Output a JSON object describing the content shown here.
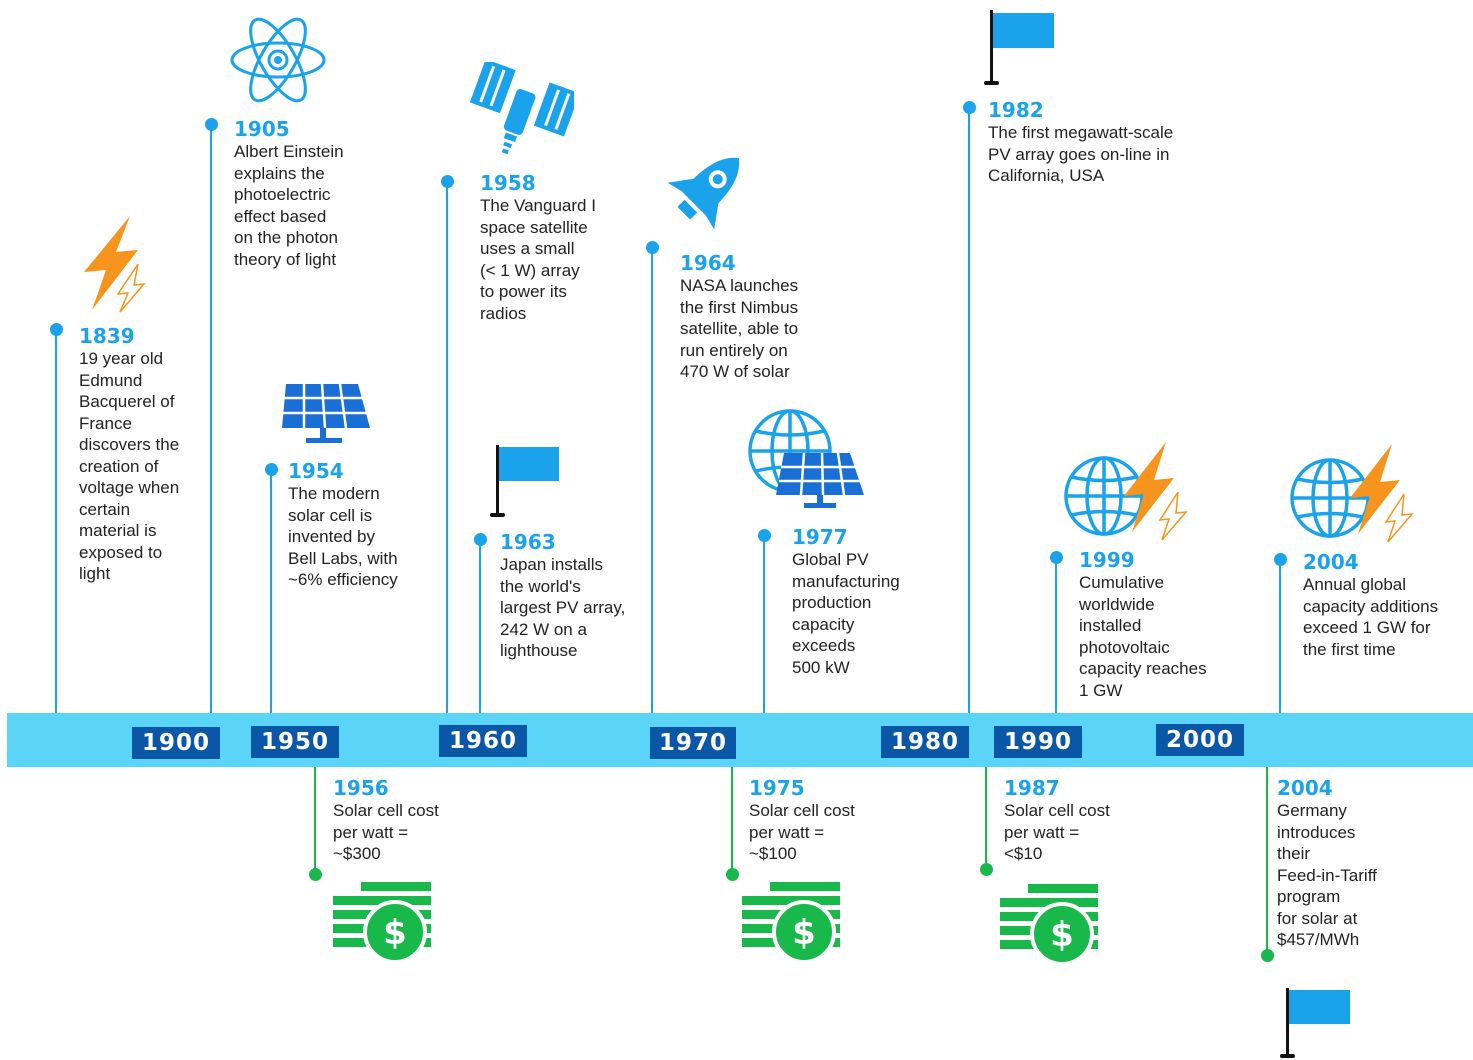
{
  "decades": [
    "1900",
    "1950",
    "1960",
    "1970",
    "1980",
    "1990",
    "2000"
  ],
  "events_above": [
    {
      "year": "1839",
      "text": "19 year old\nEdmund\nBacquerel of\nFrance\ndiscovers the\ncreation of\nvoltage when\ncertain\nmaterial is\nexposed to\nlight",
      "icon": "lightning-icon"
    },
    {
      "year": "1905",
      "text": "Albert Einstein\nexplains the\nphotoelectric\neffect based\non the photon\ntheory of light",
      "icon": "atom-icon"
    },
    {
      "year": "1954",
      "text": "The modern\nsolar cell is\ninvented by\nBell Labs, with\n~6% efficiency",
      "icon": "solar-panel-icon"
    },
    {
      "year": "1958",
      "text": "The Vanguard I\nspace satellite\nuses a small\n(< 1 W) array\nto power its\nradios",
      "icon": "satellite-icon"
    },
    {
      "year": "1963",
      "text": "Japan installs\nthe world's\nlargest PV array,\n242 W on a\nlighthouse",
      "icon": "flag-icon"
    },
    {
      "year": "1964",
      "text": "NASA launches\nthe first Nimbus\nsatellite, able to\nrun entirely on\n470 W of solar",
      "icon": "rocket-icon"
    },
    {
      "year": "1977",
      "text": "Global PV\nmanufacturing\nproduction\ncapacity\nexceeds\n500 kW",
      "icon": "globe-solar-panel-icon"
    },
    {
      "year": "1982",
      "text": "The first megawatt-scale\nPV array goes on-line in\nCalifornia, USA",
      "icon": "flag-icon"
    },
    {
      "year": "1999",
      "text": "Cumulative\nworldwide\ninstalled\nphotovoltaic\ncapacity reaches\n1 GW",
      "icon": "globe-lightning-icon"
    },
    {
      "year": "2004",
      "text": "Annual global\ncapacity additions\nexceed 1 GW for\nthe first time",
      "icon": "globe-lightning-icon"
    }
  ],
  "events_below": [
    {
      "year": "1956",
      "text": "Solar cell cost\nper watt =\n~$300",
      "icon": "money-stack-icon"
    },
    {
      "year": "1975",
      "text": "Solar cell cost\nper watt =\n~$100",
      "icon": "money-stack-icon"
    },
    {
      "year": "1987",
      "text": "Solar cell cost\nper watt =\n<$10",
      "icon": "money-stack-icon"
    },
    {
      "year": "2004",
      "text": "Germany\nintroduces\ntheir\nFeed-in-Tariff\nprogram\nfor solar at\n$457/MWh",
      "icon": "flag-icon"
    }
  ],
  "colors": {
    "band": "#5ad4f7",
    "decade_label": "#0a57a8",
    "accent_blue": "#1aa3ea",
    "accent_green": "#19b84a",
    "lightning": "#f7941d",
    "money": "#19b84a"
  }
}
